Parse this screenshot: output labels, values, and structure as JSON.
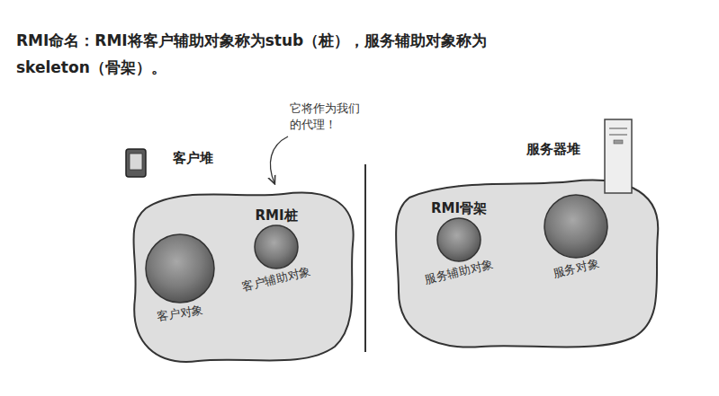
{
  "diagram": {
    "title": "RMI命名：RMI将客户辅助对象称为stub（桩），服务辅助对象称为 skeleton（骨架）。",
    "nodes": [
      {
        "text": [
          "客户堆"
        ]
      },
      {
        "text": [
          "客户对象"
        ],
        "in": 0
      },
      {
        "text": [
          "RMI桩",
          "客户辅助对象"
        ],
        "in": 0
      },
      {
        "text": [
          "服务器堆"
        ]
      },
      {
        "text": [
          "RMI骨架",
          "服务辅助对象"
        ],
        "in": 3
      },
      {
        "text": [
          "服务对象"
        ],
        "in": 3
      }
    ],
    "labels": [
      "它将作为我们的代理！"
    ]
  }
}
